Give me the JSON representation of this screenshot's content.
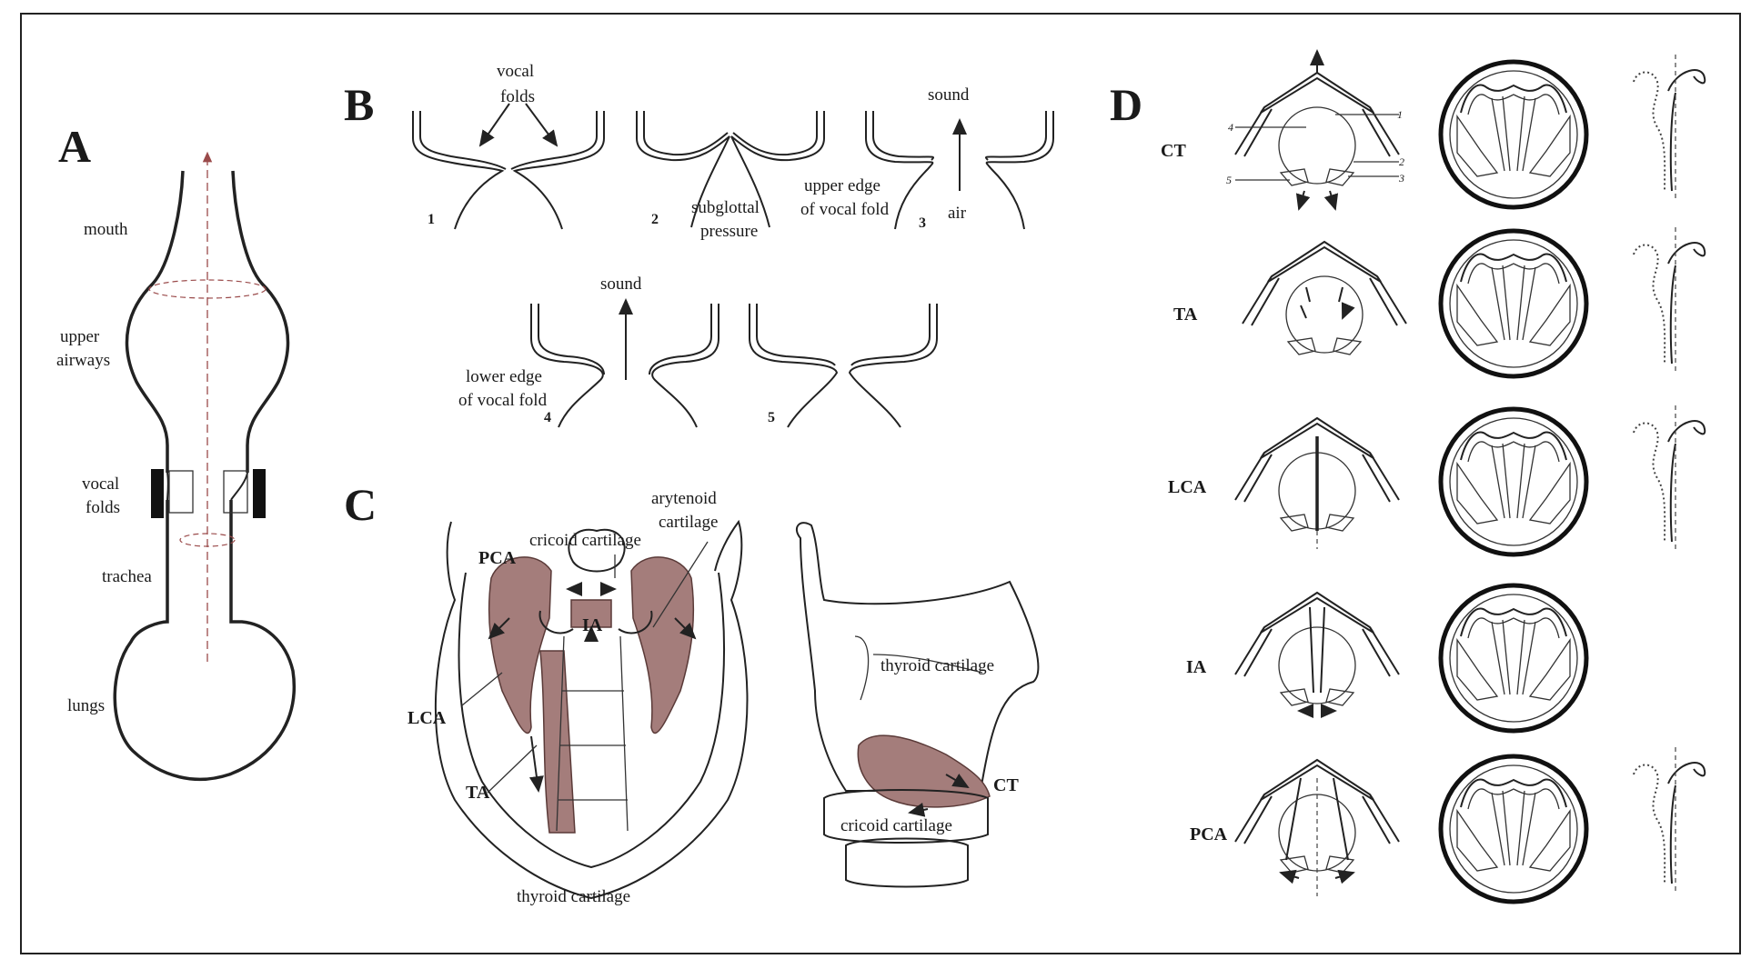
{
  "panels": {
    "A": {
      "letter": "A",
      "labels": {
        "mouth": "mouth",
        "upper_airways_1": "upper",
        "upper_airways_2": "airways",
        "vocal_folds_1": "vocal",
        "vocal_folds_2": "folds",
        "trachea": "trachea",
        "lungs": "lungs"
      }
    },
    "B": {
      "letter": "B",
      "labels": {
        "vocal_folds_1": "vocal",
        "vocal_folds_2": "folds",
        "sound_top": "sound",
        "air": "air",
        "subglottal_1": "subglottal",
        "subglottal_2": "pressure",
        "upper_edge_1": "upper edge",
        "upper_edge_2": "of vocal fold",
        "sound_bottom": "sound",
        "lower_edge_1": "lower edge",
        "lower_edge_2": "of vocal fold"
      },
      "steps": [
        "1",
        "2",
        "3",
        "4",
        "5"
      ]
    },
    "C": {
      "letter": "C",
      "labels": {
        "arytenoid_1": "arytenoid",
        "arytenoid_2": "cartilage",
        "cricoid_top": "cricoid cartilage",
        "pca": "PCA",
        "ia": "IA",
        "lca": "LCA",
        "ta": "TA",
        "thyroid_bottom": "thyroid cartilage",
        "thyroid_side": "thyroid cartilage",
        "ct": "CT",
        "cricoid_side": "cricoid cartilage"
      }
    },
    "D": {
      "letter": "D",
      "rows": [
        {
          "muscle": "CT",
          "has_profile": true
        },
        {
          "muscle": "TA",
          "has_profile": true
        },
        {
          "muscle": "LCA",
          "has_profile": true
        },
        {
          "muscle": "IA",
          "has_profile": false
        },
        {
          "muscle": "PCA",
          "has_profile": true
        }
      ],
      "ct_callouts": [
        "1",
        "2",
        "3",
        "4",
        "5"
      ]
    }
  },
  "colors": {
    "muscle": "#a47d7b",
    "line": "#222222",
    "axis": "#9a4a4a"
  }
}
